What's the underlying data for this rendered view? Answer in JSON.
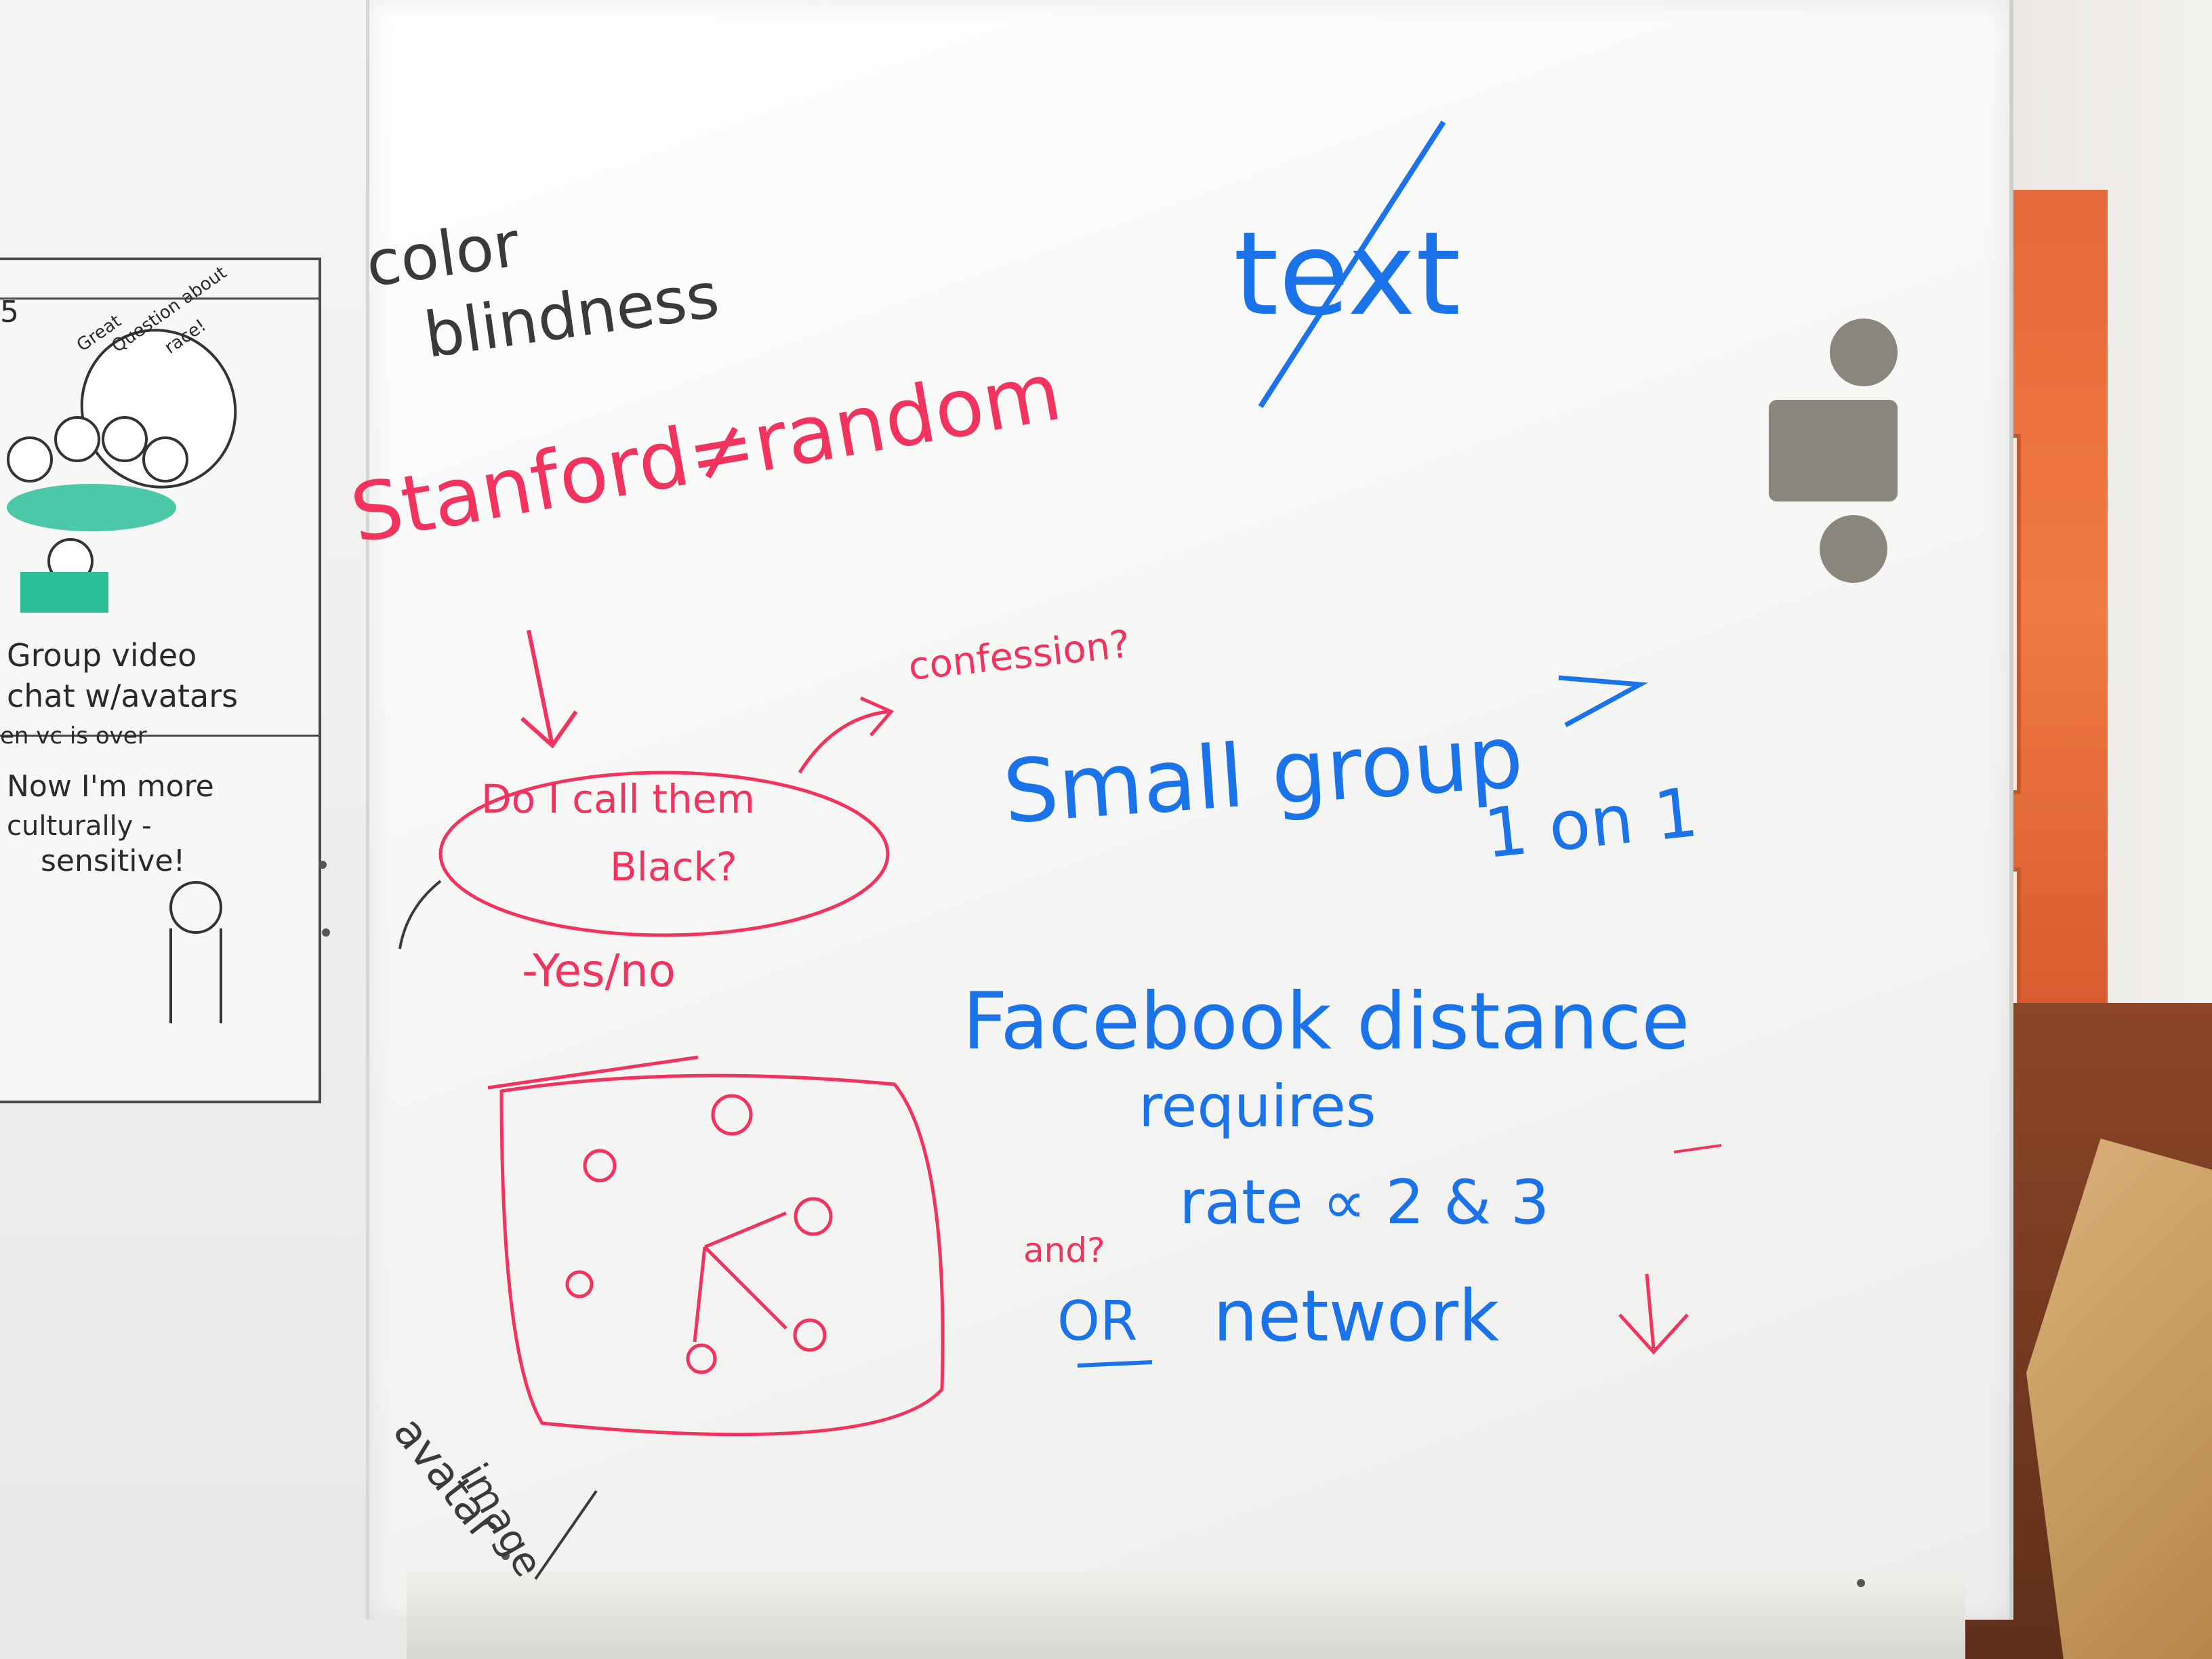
{
  "left_sketch": {
    "caption_line1": "Group video",
    "caption_line2": "chat w/avatars",
    "caption_line3": "en vc is over",
    "quote_line1": "Now I'm more",
    "quote_line2": "culturally -",
    "quote_line3": "sensitive!",
    "bubble_line1": "Great",
    "bubble_line2": "Question about",
    "bubble_line3": "race!",
    "top_fragment": "5"
  },
  "board": {
    "color_blindness_line1": "color",
    "color_blindness_line2": "blindness",
    "text_crossed": "text",
    "stanford_random": "Stanford≠random",
    "confession": "confession?",
    "question_line1": "Do I call them",
    "question_line2": "Black?",
    "yes_no": "-Yes/no",
    "small_group": "Small group",
    "one_on_one": "1 on 1",
    "facebook_distance": "Facebook distance",
    "requires": "requires",
    "rate_line": "rate ∝ 2 & 3",
    "and_q": "and?",
    "or_label": "OR",
    "network": "network",
    "avatar_image_line1": "avatar",
    "avatar_image_line2": "image"
  },
  "ink_colors": {
    "red": "#f2335e",
    "blue": "#1a73e8",
    "black": "#3a3a3a"
  }
}
